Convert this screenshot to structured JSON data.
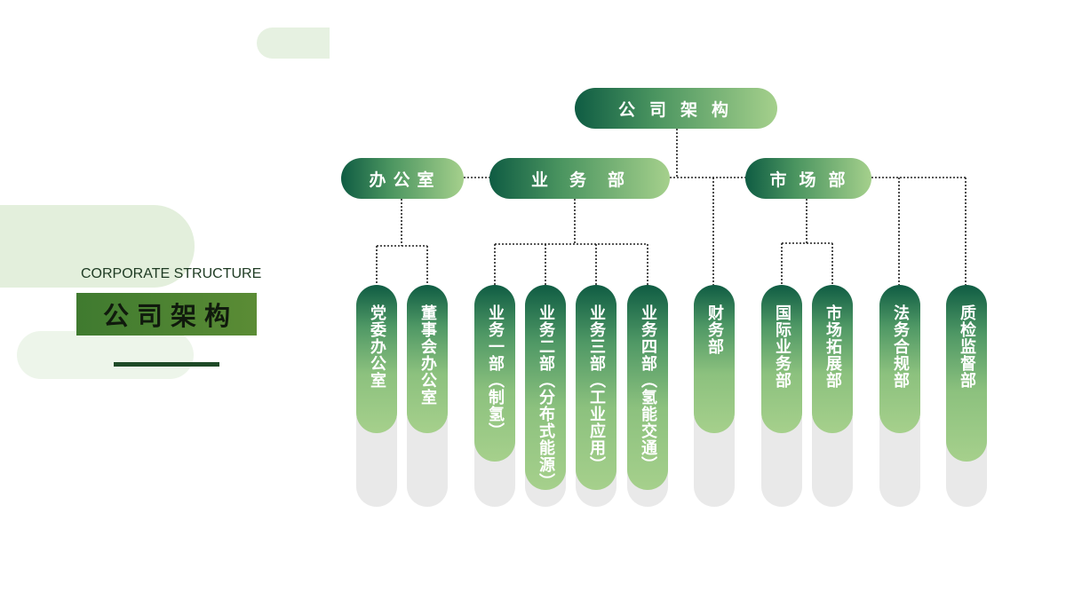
{
  "slide": {
    "subtitle": "CORPORATE STRUCTURE",
    "title": "公司架构"
  },
  "org": {
    "root": "公司架构",
    "level2": {
      "office": "办公室",
      "business": "业务部",
      "market": "市场部"
    },
    "departments": [
      "党委办公室",
      "董事会办公室",
      "业务一部（制氢）",
      "业务二部（分布式能源）",
      "业务三部（工业应用）",
      "业务四部（氢能交通）",
      "财务部",
      "国际业务部",
      "市场拓展部",
      "法务合规部",
      "质检监督部"
    ]
  },
  "colors": {
    "pill_dark": "#0f5c43",
    "pill_light": "#a5d08c",
    "title_bar": "#4a8232",
    "accent_line": "#1e4a27",
    "decor": "#e3efdc"
  }
}
